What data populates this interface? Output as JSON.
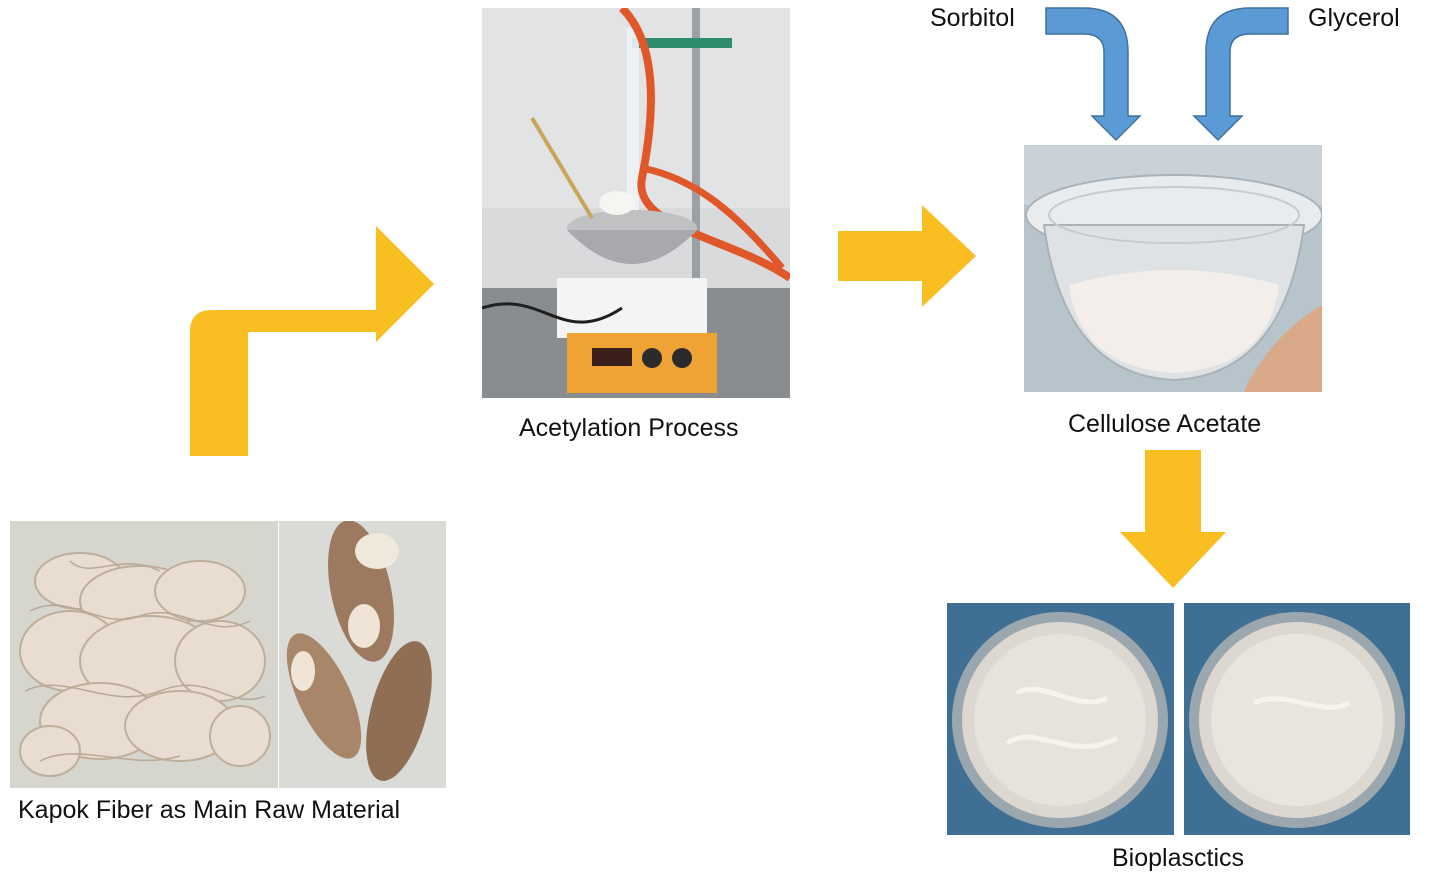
{
  "labels": {
    "raw_material": "Kapok Fiber as Main Raw Material",
    "acetylation": "Acetylation Process",
    "cellulose_acetate": "Cellulose Acetate",
    "sorbitol": "Sorbitol",
    "glycerol": "Glycerol",
    "bioplastics": "Bioplasctics"
  },
  "colors": {
    "process_arrow": "#F8BE22",
    "additive_arrow": "#5B9BD5",
    "additive_arrow_stroke": "#41719C"
  }
}
